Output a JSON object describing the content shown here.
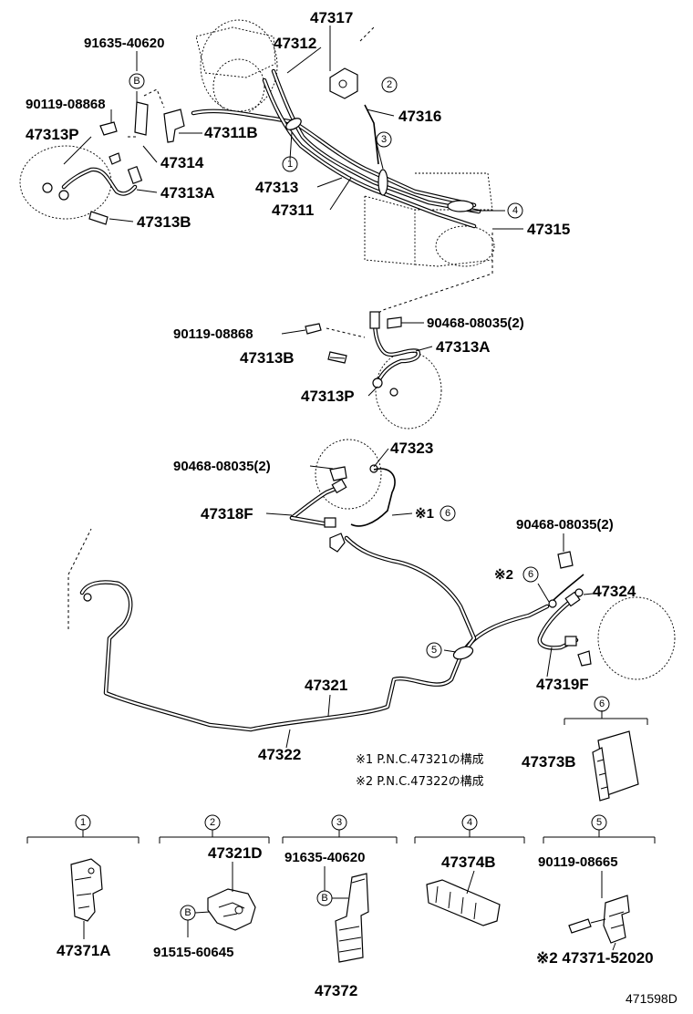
{
  "labels": {
    "p47317": "47317",
    "p47312": "47312",
    "p91635_top": "91635-40620",
    "p90119_top": "90119-08868",
    "p47313P_top": "47313P",
    "p47311B": "47311B",
    "p47314": "47314",
    "p47313A_top": "47313A",
    "p47313B_top": "47313B",
    "p47316": "47316",
    "p47313": "47313",
    "p47311": "47311",
    "p47315": "47315",
    "p90119_mid": "90119-08868",
    "p90468_mid": "90468-08035(2)",
    "p47313B_mid": "47313B",
    "p47313A_mid": "47313A",
    "p47313P_mid": "47313P",
    "p90468_low1": "90468-08035(2)",
    "p47323": "47323",
    "p47318F": "47318F",
    "star1": "※1",
    "p90468_low2": "90468-08035(2)",
    "star2": "※2",
    "p47324": "47324",
    "p47319F": "47319F",
    "p47321": "47321",
    "p47322": "47322",
    "p47373B": "47373B",
    "p47371A": "47371A",
    "p47321D": "47321D",
    "p91515": "91515-60645",
    "p91635_bot": "91635-40620",
    "p47372": "47372",
    "p47374B": "47374B",
    "p90119_bot": "90119-08665",
    "p47371_52020": "※2 47371-52020",
    "figure_code": "471598D"
  },
  "notes": {
    "note1": "※1 P.N.C.47321の構成",
    "note2": "※2 P.N.C.47322の構成"
  },
  "callouts": [
    "1",
    "2",
    "3",
    "4",
    "5",
    "6"
  ],
  "b_marker": "B"
}
